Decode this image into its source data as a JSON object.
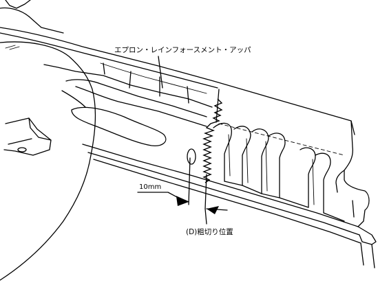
{
  "labels": {
    "part_name": "エプロン・レインフォースメント・アッパ",
    "dimension": "10mm",
    "cut_position": "(D)粗切り位置"
  }
}
